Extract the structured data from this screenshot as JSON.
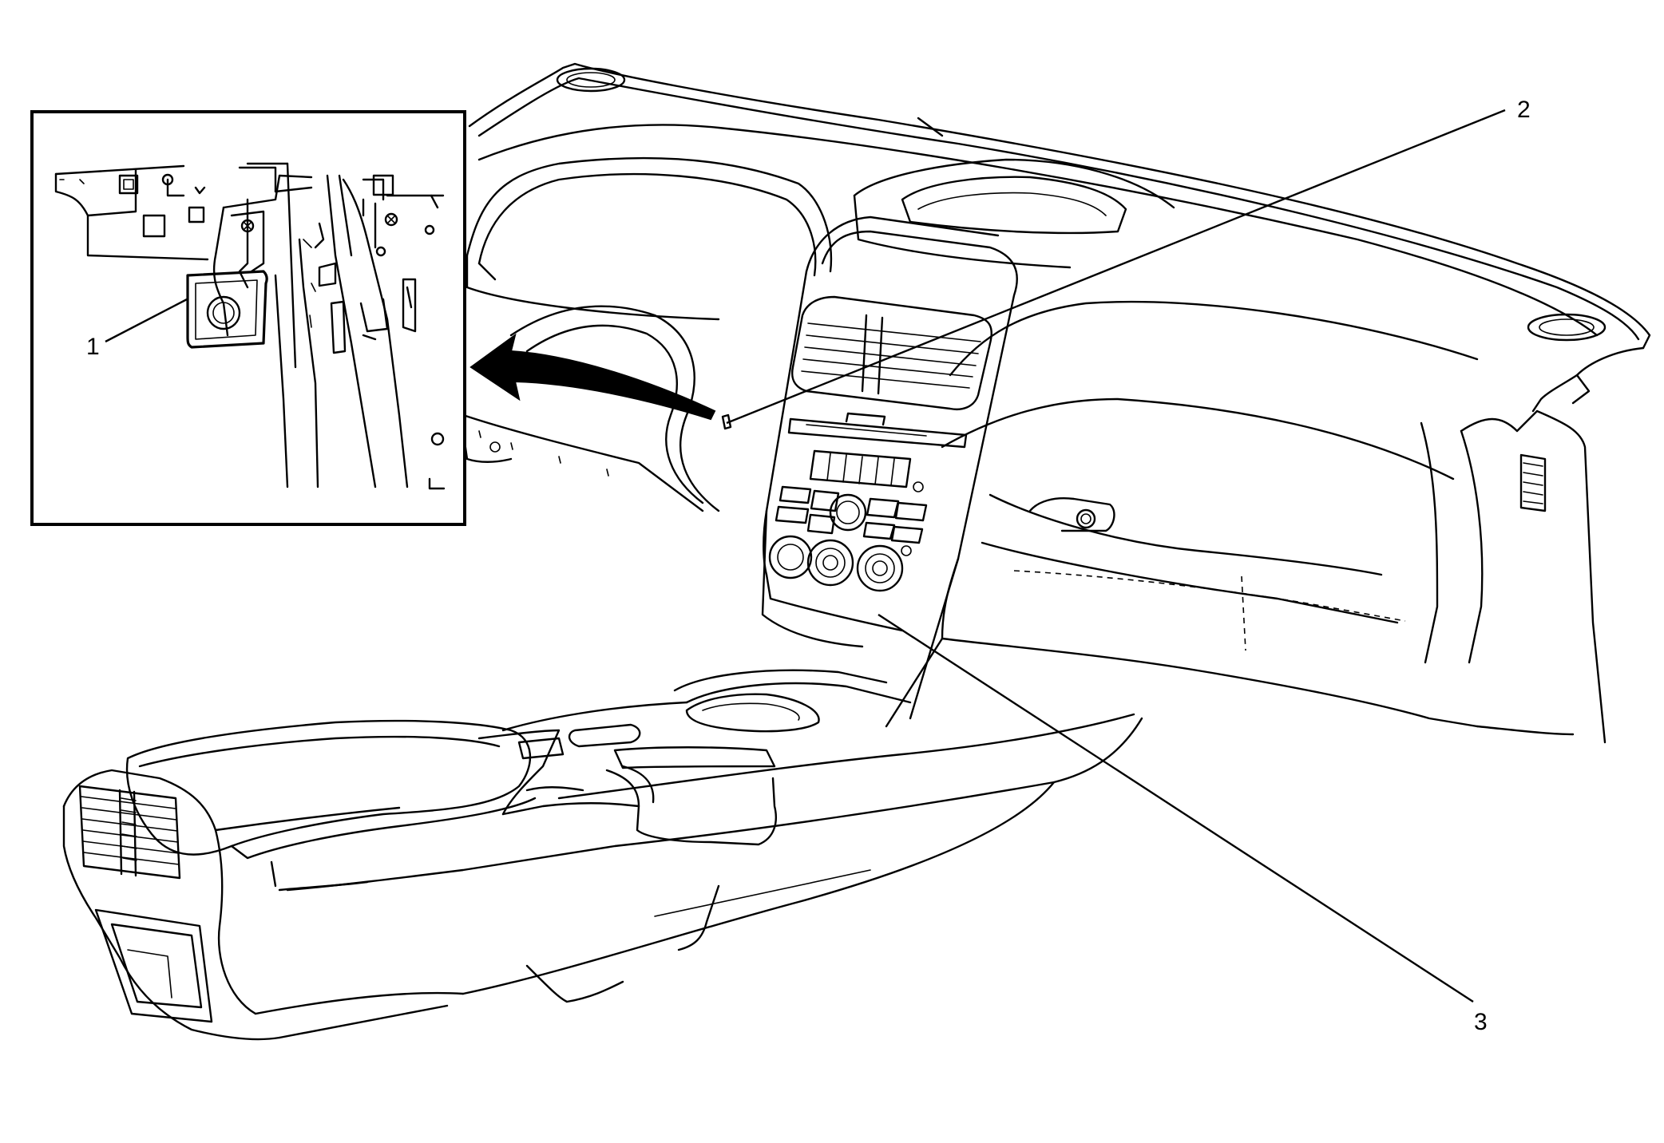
{
  "callouts": [
    {
      "id": "c1",
      "label": "1"
    },
    {
      "id": "c2",
      "label": "2"
    },
    {
      "id": "c3",
      "label": "3"
    }
  ],
  "icons": {
    "inset": "bracket-detail-inset",
    "arrow": "curved-arrow-icon"
  }
}
